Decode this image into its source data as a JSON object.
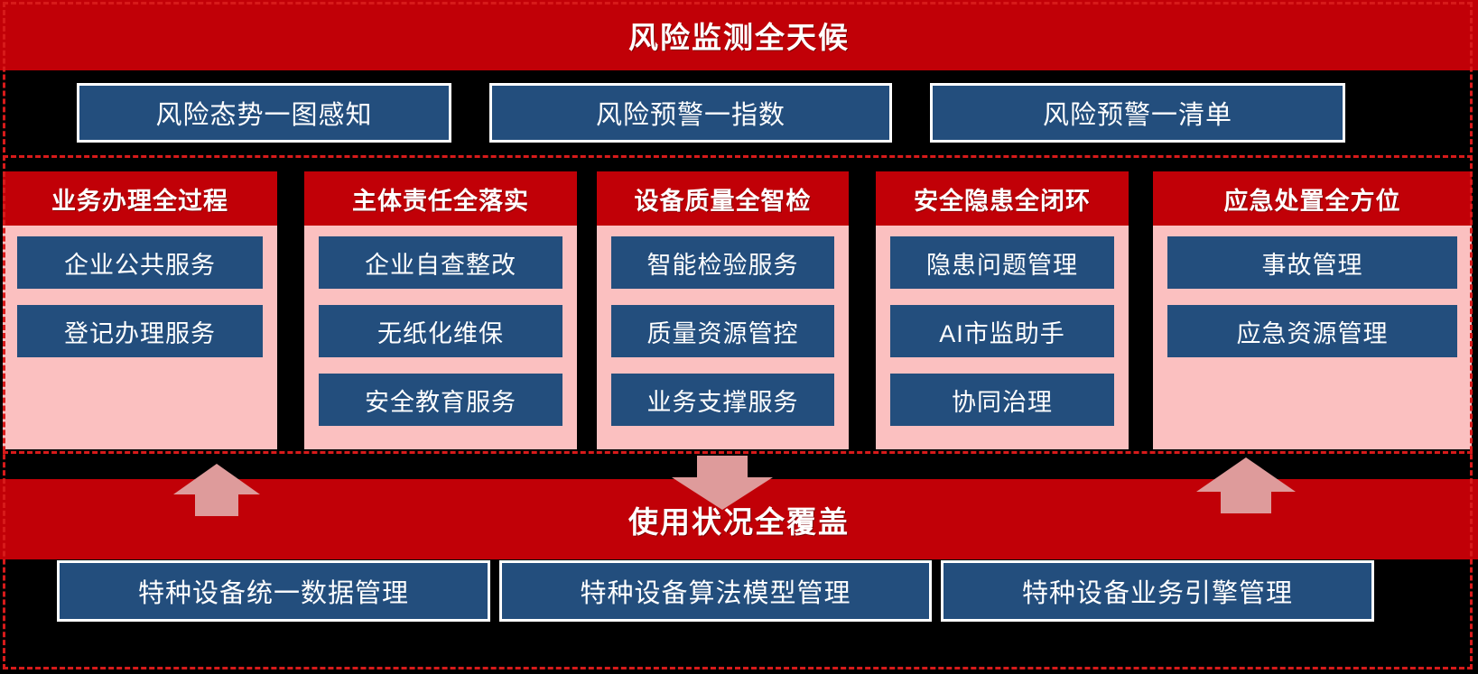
{
  "colors": {
    "red": "#C10007",
    "blue": "#234E7D",
    "pink": "#FBC0C0",
    "arrow": "#DE9B9B",
    "dash": "#D71A1A",
    "background": "#000000",
    "text": "#FFFFFF"
  },
  "top_banner": {
    "title": "风险监测全天候"
  },
  "top_row": {
    "boxes": [
      {
        "label": "风险态势一图感知"
      },
      {
        "label": "风险预警一指数"
      },
      {
        "label": "风险预警一清单"
      }
    ]
  },
  "pillars": [
    {
      "header": "业务办理全过程",
      "items": [
        {
          "label": "企业公共服务"
        },
        {
          "label": "登记办理服务"
        }
      ]
    },
    {
      "header": "主体责任全落实",
      "items": [
        {
          "label": "企业自查整改"
        },
        {
          "label": "无纸化维保"
        },
        {
          "label": "安全教育服务"
        }
      ]
    },
    {
      "header": "设备质量全智检",
      "items": [
        {
          "label": "智能检验服务"
        },
        {
          "label": "质量资源管控"
        },
        {
          "label": "业务支撑服务"
        }
      ]
    },
    {
      "header": "安全隐患全闭环",
      "items": [
        {
          "label": "隐患问题管理"
        },
        {
          "label": "AI市监助手"
        },
        {
          "label": "协同治理"
        }
      ]
    },
    {
      "header": "应急处置全方位",
      "items": [
        {
          "label": "事故管理"
        },
        {
          "label": "应急资源管理"
        }
      ]
    }
  ],
  "arrows": [
    {
      "name": "arrow-up-left",
      "direction": "up"
    },
    {
      "name": "arrow-down-center",
      "direction": "down"
    },
    {
      "name": "arrow-up-right",
      "direction": "up"
    }
  ],
  "bottom_banner": {
    "title": "使用状况全覆盖"
  },
  "bottom_row": {
    "boxes": [
      {
        "label": "特种设备统一数据管理"
      },
      {
        "label": "特种设备算法模型管理"
      },
      {
        "label": "特种设备业务引擎管理"
      }
    ]
  }
}
